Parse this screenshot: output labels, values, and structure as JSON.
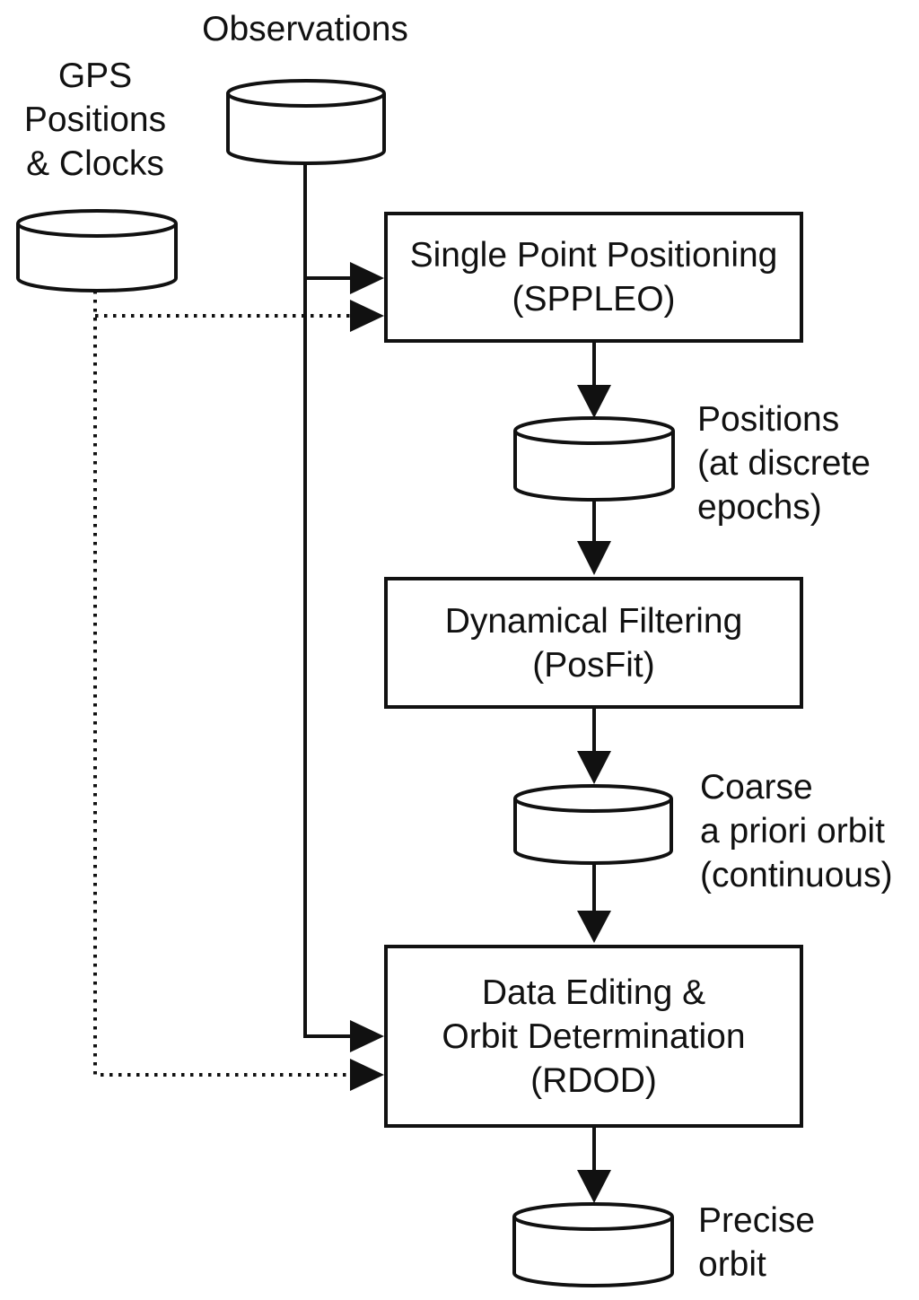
{
  "colors": {
    "ink": "#111111",
    "background": "#ffffff"
  },
  "nodes": {
    "observations_store": {
      "lines": [
        "Observations"
      ]
    },
    "gps_store": {
      "lines": [
        "GPS",
        "Positions",
        "& Clocks"
      ]
    },
    "sppleo_process": {
      "lines": [
        "Single Point Positioning",
        "(SPPLEO)"
      ]
    },
    "positions_store": {
      "lines": [
        "Positions",
        "(at discrete",
        "epochs)"
      ]
    },
    "posfit_process": {
      "lines": [
        "Dynamical Filtering",
        "(PosFit)"
      ]
    },
    "coarse_orbit_store": {
      "lines": [
        "Coarse",
        "a priori orbit",
        "(continuous)"
      ]
    },
    "rdod_process": {
      "lines": [
        "Data Editing &",
        "Orbit Determination",
        "(RDOD)"
      ]
    },
    "precise_orbit_store": {
      "lines": [
        "Precise",
        "orbit"
      ]
    }
  },
  "connections": {
    "observations_to_sppleo": "solid",
    "observations_to_rdod": "solid",
    "gps_to_sppleo": "dotted",
    "gps_to_rdod": "dotted",
    "sppleo_to_positions": "solid",
    "positions_to_posfit": "solid",
    "posfit_to_coarse_orbit": "solid",
    "coarse_orbit_to_rdod": "solid",
    "rdod_to_precise_orbit": "solid"
  }
}
